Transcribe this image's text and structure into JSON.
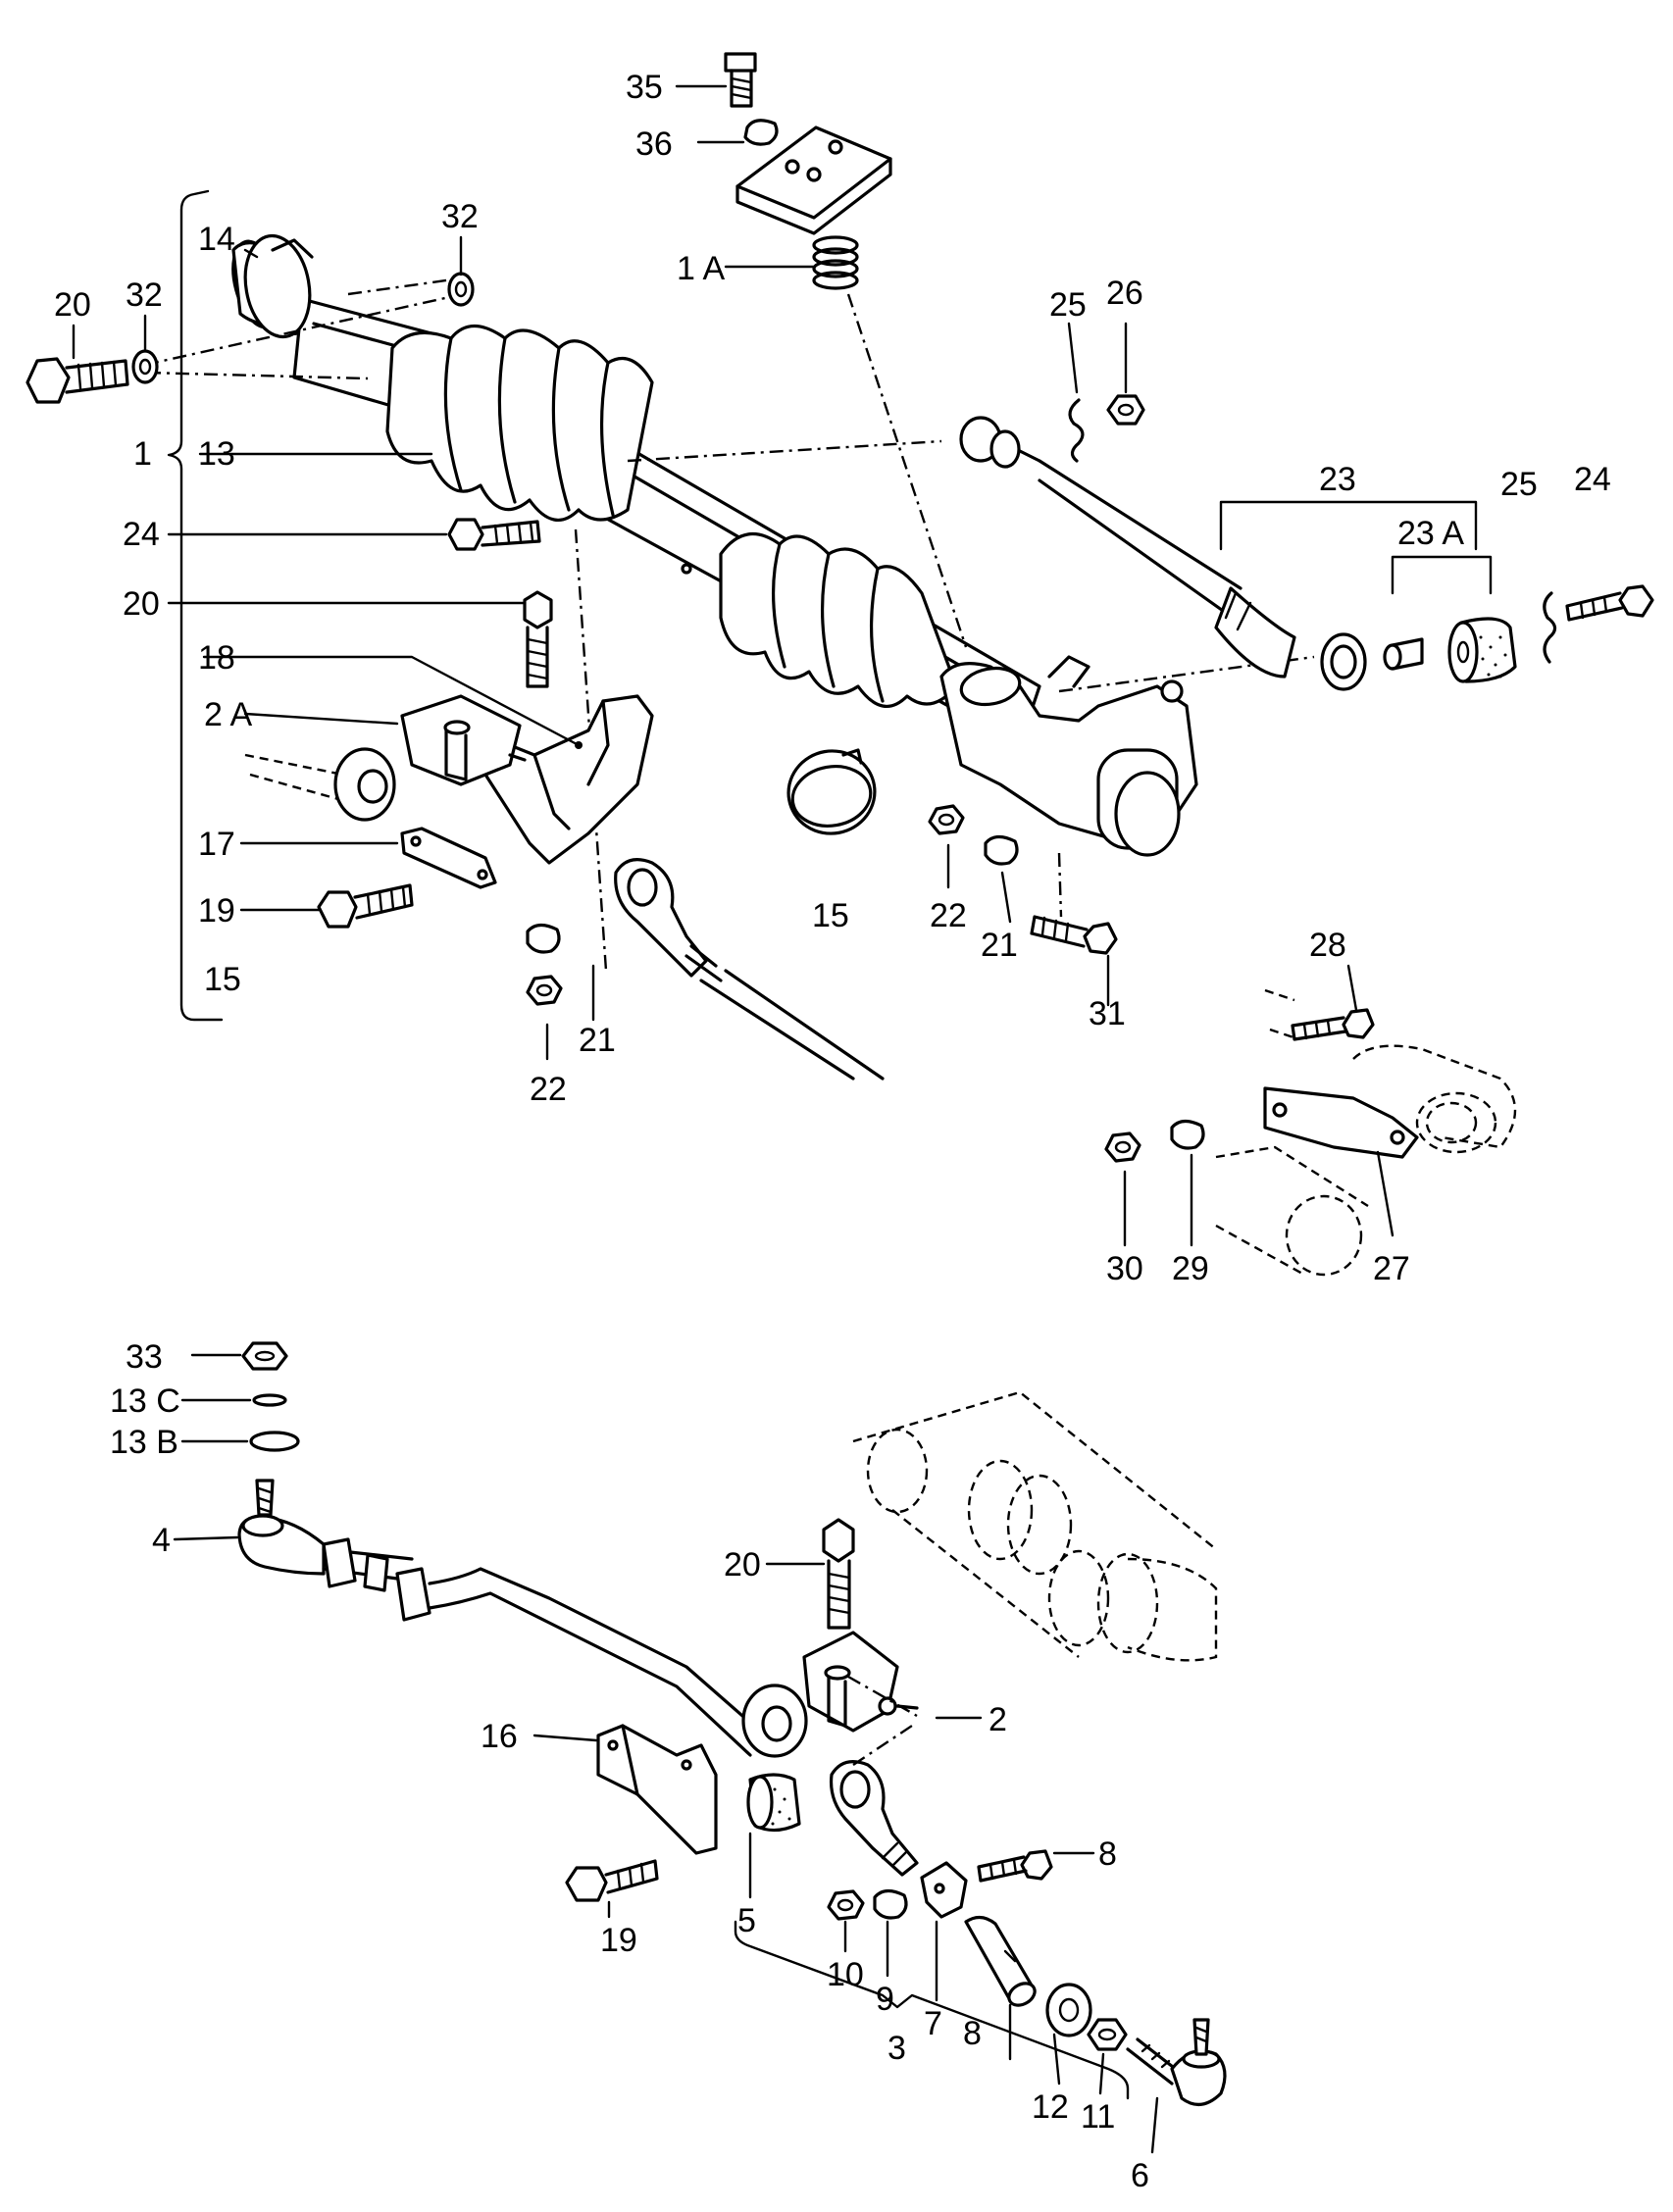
{
  "callouts": [
    {
      "id": "c35",
      "text": "35"
    },
    {
      "id": "c36",
      "text": "36"
    },
    {
      "id": "c1a",
      "text": "1 A"
    },
    {
      "id": "c32a",
      "text": "32"
    },
    {
      "id": "c14",
      "text": "14"
    },
    {
      "id": "c20a",
      "text": "20"
    },
    {
      "id": "c32b",
      "text": "32"
    },
    {
      "id": "c25a",
      "text": "25"
    },
    {
      "id": "c26",
      "text": "26"
    },
    {
      "id": "c1",
      "text": "1"
    },
    {
      "id": "c13a",
      "text": "13"
    },
    {
      "id": "c23",
      "text": "23"
    },
    {
      "id": "c25b",
      "text": "25"
    },
    {
      "id": "c24a",
      "text": "24"
    },
    {
      "id": "c23a",
      "text": "23 A"
    },
    {
      "id": "c24b",
      "text": "24"
    },
    {
      "id": "c20b",
      "text": "20"
    },
    {
      "id": "c18",
      "text": "18"
    },
    {
      "id": "c2a",
      "text": "2 A"
    },
    {
      "id": "c17",
      "text": "17"
    },
    {
      "id": "c19a",
      "text": "19"
    },
    {
      "id": "c15a",
      "text": "15"
    },
    {
      "id": "c15b",
      "text": "15"
    },
    {
      "id": "c22a",
      "text": "22"
    },
    {
      "id": "c21a",
      "text": "21"
    },
    {
      "id": "c21b",
      "text": "21"
    },
    {
      "id": "c22b",
      "text": "22"
    },
    {
      "id": "c31",
      "text": "31"
    },
    {
      "id": "c28",
      "text": "28"
    },
    {
      "id": "c30",
      "text": "30"
    },
    {
      "id": "c29",
      "text": "29"
    },
    {
      "id": "c27",
      "text": "27"
    },
    {
      "id": "c33",
      "text": "33"
    },
    {
      "id": "c13c",
      "text": "13  C"
    },
    {
      "id": "c13b",
      "text": "13  B"
    },
    {
      "id": "c4",
      "text": "4"
    },
    {
      "id": "c20c",
      "text": "20"
    },
    {
      "id": "c2",
      "text": "2"
    },
    {
      "id": "c16",
      "text": "16"
    },
    {
      "id": "c8a",
      "text": "8"
    },
    {
      "id": "c19b",
      "text": "19"
    },
    {
      "id": "c5",
      "text": "5"
    },
    {
      "id": "c10",
      "text": "10"
    },
    {
      "id": "c9",
      "text": "9"
    },
    {
      "id": "c7",
      "text": "7"
    },
    {
      "id": "c8b",
      "text": "8"
    },
    {
      "id": "c3",
      "text": "3"
    },
    {
      "id": "c12",
      "text": "12"
    },
    {
      "id": "c11",
      "text": "11"
    },
    {
      "id": "c6",
      "text": "6"
    }
  ]
}
